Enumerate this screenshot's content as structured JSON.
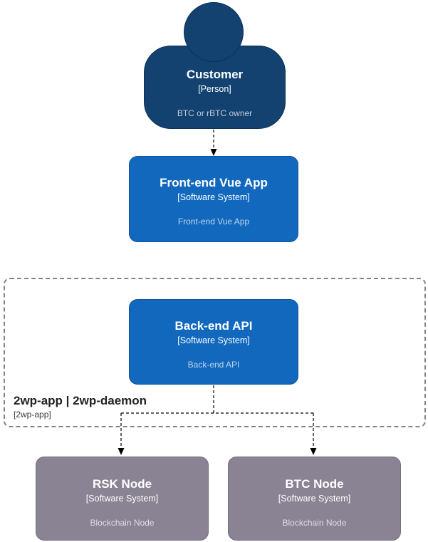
{
  "diagram": {
    "background": "#ffffff",
    "nodes": {
      "customer": {
        "name": "Customer",
        "meta": "[Person]",
        "description": "BTC or rBTC owner",
        "shape": "person",
        "fill": "#134270"
      },
      "frontend": {
        "name": "Front-end Vue App",
        "meta": "[Software System]",
        "description": "Front-end Vue App",
        "shape": "rounded-box",
        "fill": "#1168BD"
      },
      "backend": {
        "name": "Back-end API",
        "meta": "[Software System]",
        "description": "Back-end API",
        "shape": "rounded-box",
        "fill": "#1168BD"
      },
      "rsk_node": {
        "name": "RSK Node",
        "meta": "[Software System]",
        "description": "Blockchain Node",
        "shape": "rounded-box",
        "fill": "#8A8394"
      },
      "btc_node": {
        "name": "BTC Node",
        "meta": "[Software System]",
        "description": "Blockchain Node",
        "shape": "rounded-box",
        "fill": "#8A8394"
      }
    },
    "boundary": {
      "name": "2wp-app | 2wp-daemon",
      "meta": "[2wp-app]"
    },
    "edges": [
      {
        "from": "customer",
        "to": "frontend",
        "style": "dashed",
        "label": ""
      },
      {
        "from": "backend",
        "to": "rsk_node",
        "style": "dashed",
        "label": ""
      },
      {
        "from": "backend",
        "to": "btc_node",
        "style": "dashed",
        "label": ""
      }
    ],
    "colors": {
      "person_fill": "#134270",
      "person_border": "#0C3155",
      "system_fill": "#1168BD",
      "system_border": "#0D559C",
      "node_fill": "#8A8394",
      "node_border": "#736D80",
      "boundary_border": "#848484",
      "boundary_text": "#222222",
      "edge": "#000000",
      "title_text": "#FFFFFF"
    }
  }
}
